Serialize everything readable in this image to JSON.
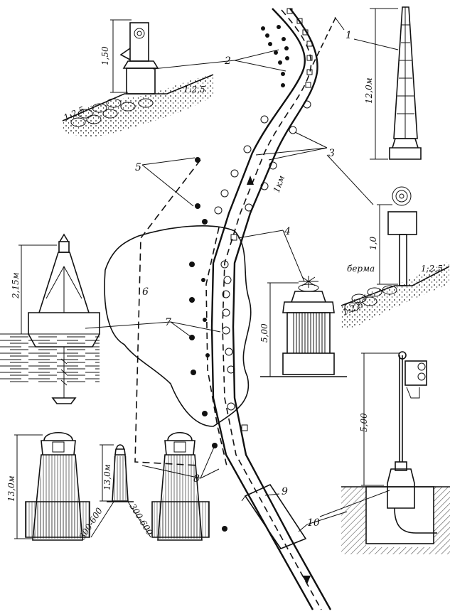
{
  "callouts": [
    "1",
    "2",
    "3",
    "4",
    "5",
    "6",
    "7",
    "8",
    "9",
    "10"
  ],
  "dimensions": {
    "top_left_height": "1,50",
    "top_left_slope_left": "1:2,5",
    "top_left_slope_right": "1:2,5",
    "tower_height": "12,0м",
    "channel_distance": "1км",
    "sign_height": "1,0",
    "berm_label": "берма",
    "right_slope_left": "1:2,5",
    "right_slope_right": "1:2,5",
    "buoy_height": "2,15м",
    "light_buoy_height": "5,00",
    "signal_post_height": "5,00",
    "lighthouse_left_height": "13,0м",
    "lighthouse_mid_height": "13,0м",
    "distance_left": "300-600",
    "distance_right": "300-600"
  },
  "colors": {
    "ink": "#111111",
    "paper": "#ffffff"
  }
}
